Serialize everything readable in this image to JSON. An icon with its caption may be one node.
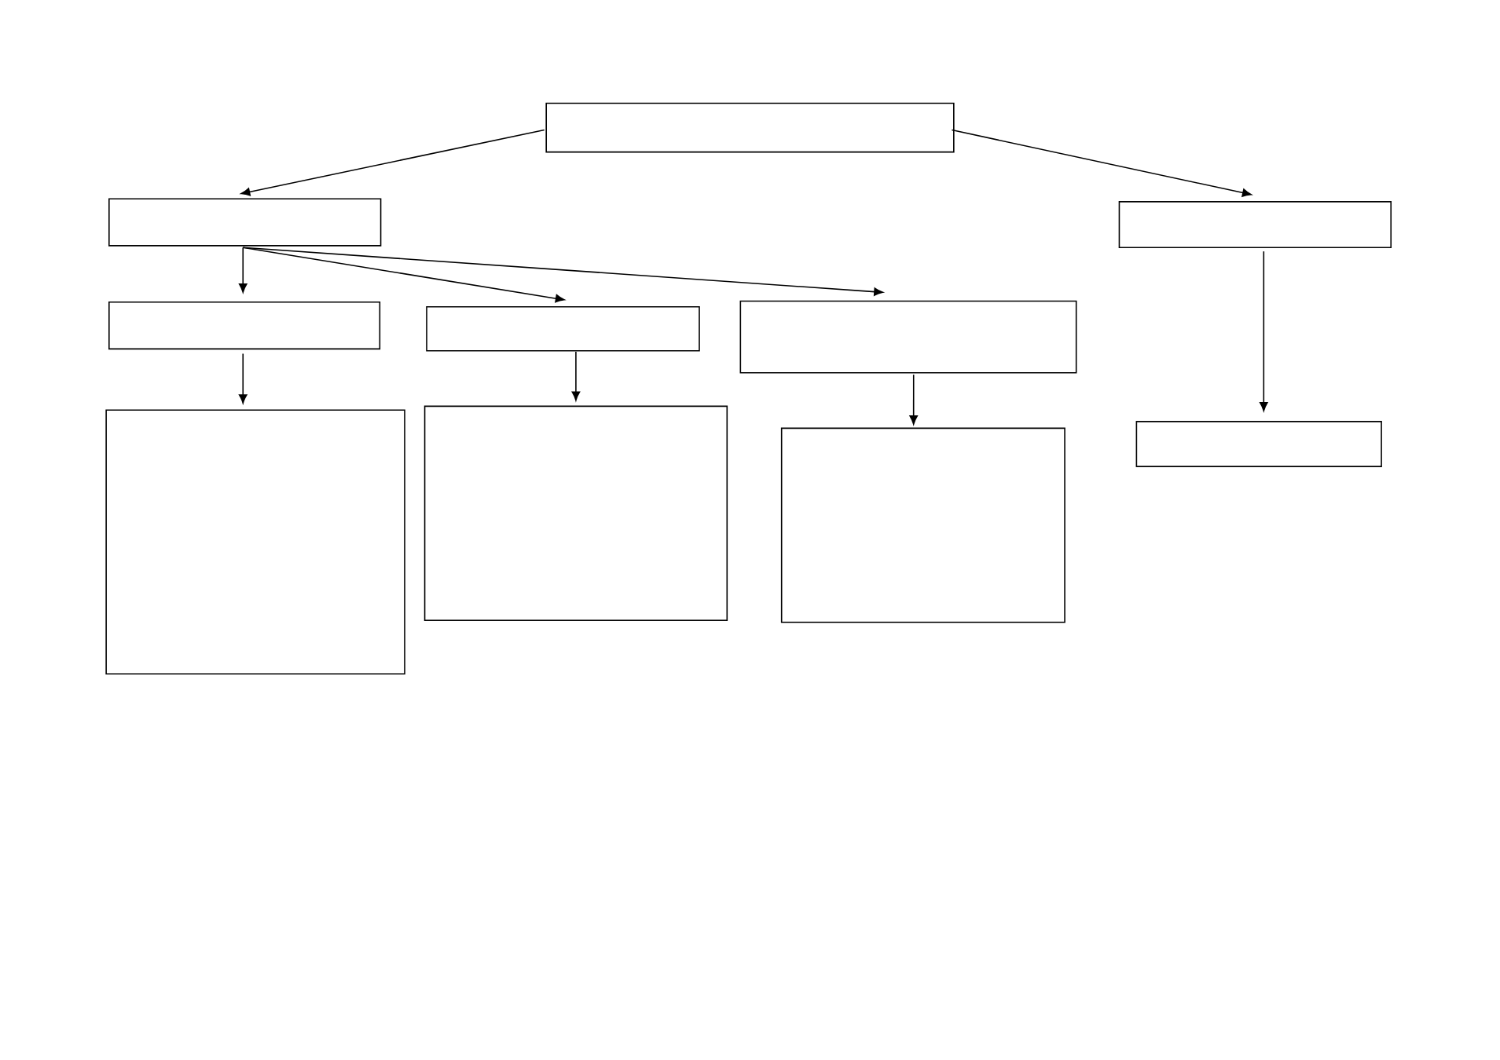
{
  "diagram": {
    "nodes": [
      {
        "text": [],
        "shape": "box"
      },
      {
        "text": [],
        "shape": "box"
      },
      {
        "text": [],
        "shape": "box"
      },
      {
        "text": [],
        "shape": "box"
      },
      {
        "text": [],
        "shape": "box"
      },
      {
        "text": [],
        "shape": "box"
      },
      {
        "text": [],
        "shape": "box"
      },
      {
        "text": [],
        "shape": "box"
      },
      {
        "text": [],
        "shape": "box"
      },
      {
        "text": [],
        "shape": "box"
      }
    ],
    "edges": [
      {
        "from": 0,
        "to": 1,
        "arrow": "to"
      },
      {
        "from": 0,
        "to": 2,
        "arrow": "to"
      },
      {
        "from": 1,
        "to": 3,
        "arrow": "to"
      },
      {
        "from": 1,
        "to": 4,
        "arrow": "to"
      },
      {
        "from": 1,
        "to": 5,
        "arrow": "to"
      },
      {
        "from": 3,
        "to": 6,
        "arrow": "to"
      },
      {
        "from": 4,
        "to": 7,
        "arrow": "to"
      },
      {
        "from": 5,
        "to": 8,
        "arrow": "to"
      },
      {
        "from": 2,
        "to": 9,
        "arrow": "to"
      }
    ]
  }
}
